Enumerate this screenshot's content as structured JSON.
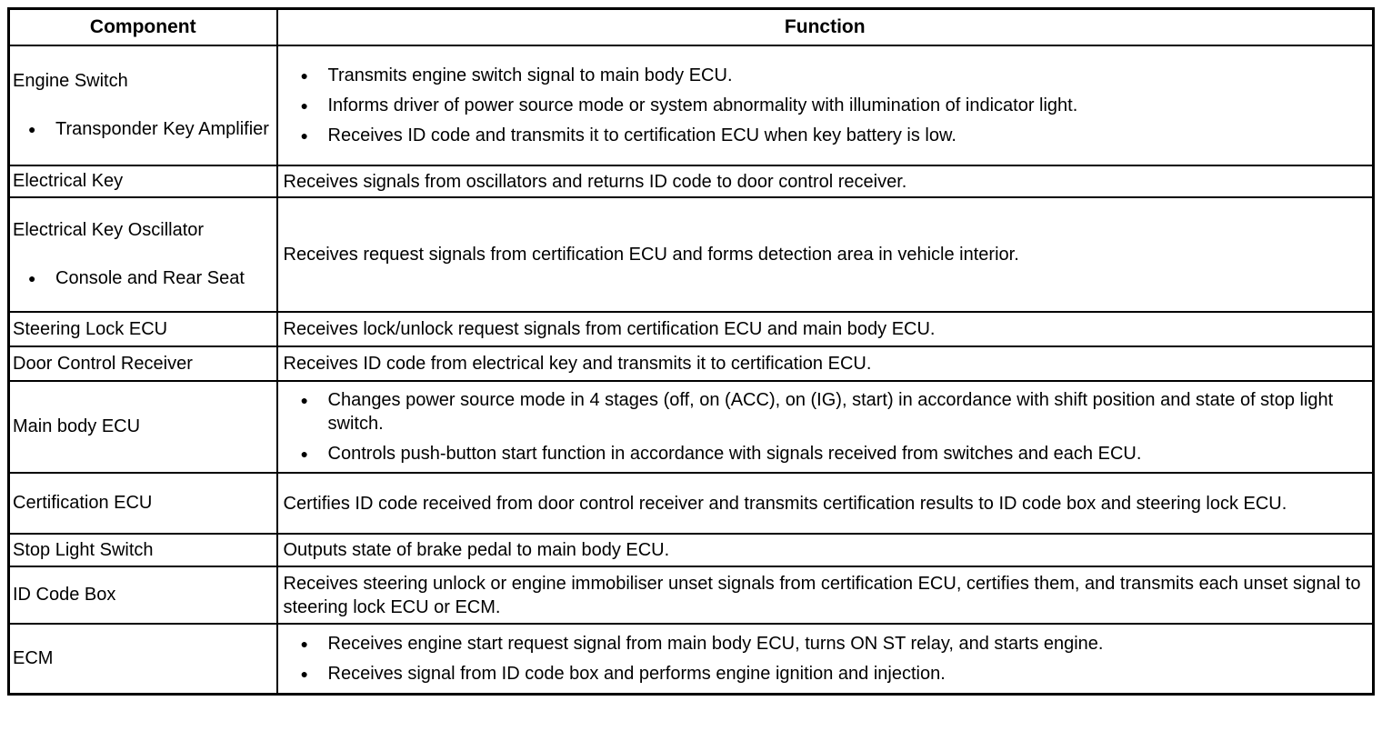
{
  "colors": {
    "text": "#000000",
    "border": "#000000",
    "background": "#ffffff"
  },
  "table": {
    "bullet_char": "●",
    "columns": [
      {
        "label": "Component"
      },
      {
        "label": "Function"
      }
    ],
    "rows": [
      {
        "component": {
          "title": "Engine Switch",
          "sub_items": [
            "Transponder Key Amplifier"
          ]
        },
        "function": {
          "bullets": [
            "Transmits engine switch signal to main body ECU.",
            "Informs driver of power source mode or system abnormality with illumination of indicator light.",
            "Receives ID code and transmits it to certification ECU when key battery is low."
          ]
        }
      },
      {
        "component": {
          "title": "Electrical Key",
          "sub_items": []
        },
        "function": {
          "text": "Receives signals from oscillators and returns ID code to door control receiver."
        }
      },
      {
        "component": {
          "title": "Electrical Key Oscillator",
          "sub_items": [
            "Console and Rear Seat"
          ]
        },
        "function": {
          "text": "Receives request signals from certification ECU and forms detection area in vehicle interior."
        }
      },
      {
        "component": {
          "title": "Steering Lock ECU",
          "sub_items": []
        },
        "function": {
          "text": "Receives lock/unlock request signals from certification ECU and main body ECU."
        }
      },
      {
        "component": {
          "title": "Door Control Receiver",
          "sub_items": []
        },
        "function": {
          "text": "Receives ID code from electrical key and transmits it to certification ECU."
        }
      },
      {
        "component": {
          "title": "Main body ECU",
          "sub_items": []
        },
        "function": {
          "bullets": [
            "Changes power source mode in 4 stages (off, on (ACC), on (IG), start) in accordance with shift position and state of stop light switch.",
            "Controls push-button start function in accordance with signals received from switches and each ECU."
          ]
        }
      },
      {
        "component": {
          "title": "Certification ECU",
          "sub_items": []
        },
        "function": {
          "text": "Certifies ID code received from door control receiver and transmits certification results to ID code box and steering lock ECU."
        }
      },
      {
        "component": {
          "title": "Stop Light Switch",
          "sub_items": []
        },
        "function": {
          "text": "Outputs state of brake pedal to main body ECU."
        }
      },
      {
        "component": {
          "title": "ID Code Box",
          "sub_items": []
        },
        "function": {
          "text": "Receives steering unlock or engine immobiliser unset signals from certification ECU, certifies them, and transmits each unset signal to steering lock ECU or ECM."
        }
      },
      {
        "component": {
          "title": "ECM",
          "sub_items": []
        },
        "function": {
          "bullets": [
            "Receives engine start request signal from main body ECU, turns ON ST relay, and starts engine.",
            "Receives signal from ID code box and performs engine ignition and injection."
          ]
        }
      }
    ]
  }
}
